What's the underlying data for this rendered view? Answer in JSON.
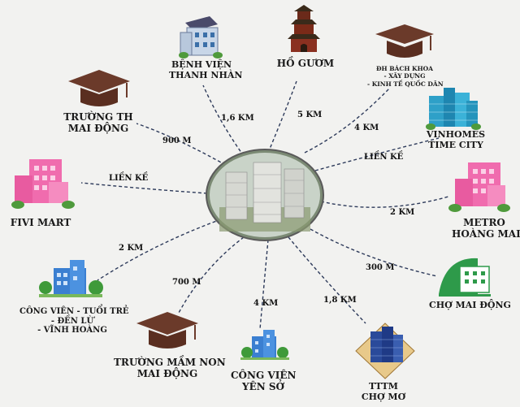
{
  "nodes": {
    "benh_vien": {
      "line1": "BỆNH VIỆN",
      "line2": "THANH NHÀN",
      "icon": "building-icon"
    },
    "ho_guom": {
      "line1": "HỒ GƯƠM",
      "icon": "pagoda-icon"
    },
    "bach_khoa": {
      "line1": "ĐH BÁCH KHOA",
      "line2": "- XÂY DỰNG",
      "line3": "- KINH TẾ QUỐC DÂN",
      "icon": "graduation-cap-icon"
    },
    "truong_th": {
      "line1": "TRƯỜNG TH",
      "line2": "MAI ĐỘNG",
      "icon": "graduation-cap-icon"
    },
    "vinhomes": {
      "line1": "VINHOMES",
      "line2": "TIME CITY",
      "icon": "tower-icon"
    },
    "fivi": {
      "line1": "FIVI MART",
      "icon": "pink-building-icon"
    },
    "metro": {
      "line1": "METRO",
      "line2": "HOÀNG MAI",
      "icon": "pink-building-icon"
    },
    "cong_vien_tt": {
      "line1": "CÔNG VIÊN - TUỔI TRẺ",
      "line2": "- ĐỀN LỪ",
      "line3": "- VĨNH HOÀNG",
      "icon": "park-building-icon"
    },
    "cho_mai_dong": {
      "line1": "CHỢ MAI ĐỘNG",
      "icon": "market-icon"
    },
    "mam_non": {
      "line1": "TRƯỜNG MẦM NON",
      "line2": "MAI ĐỘNG",
      "icon": "graduation-cap-icon"
    },
    "cong_vien_ys": {
      "line1": "CÔNG VIÊN",
      "line2": "YÊN SỞ",
      "icon": "park-building-icon"
    },
    "tttm": {
      "line1": "TTTM",
      "line2": "CHỢ MƠ",
      "icon": "mall-icon"
    }
  },
  "distances": {
    "benh_vien": "1,6 KM",
    "ho_guom": "5 KM",
    "bach_khoa": "4 KM",
    "truong_th": "900 M",
    "vinhomes": "LIỀN KỀ",
    "fivi": "LIỀN KỀ",
    "metro": "2 KM",
    "cong_vien_tt": "2 KM",
    "cho_mai_dong": "300 M",
    "mam_non": "700 M",
    "cong_vien_ys": "4 KM",
    "tttm": "1,8 KM"
  },
  "colors": {
    "brown": "#6b3a2a",
    "pink": "#f06cae",
    "blue": "#3b7fd1",
    "green": "#2e9a4a",
    "line": "#2d3a5a"
  }
}
